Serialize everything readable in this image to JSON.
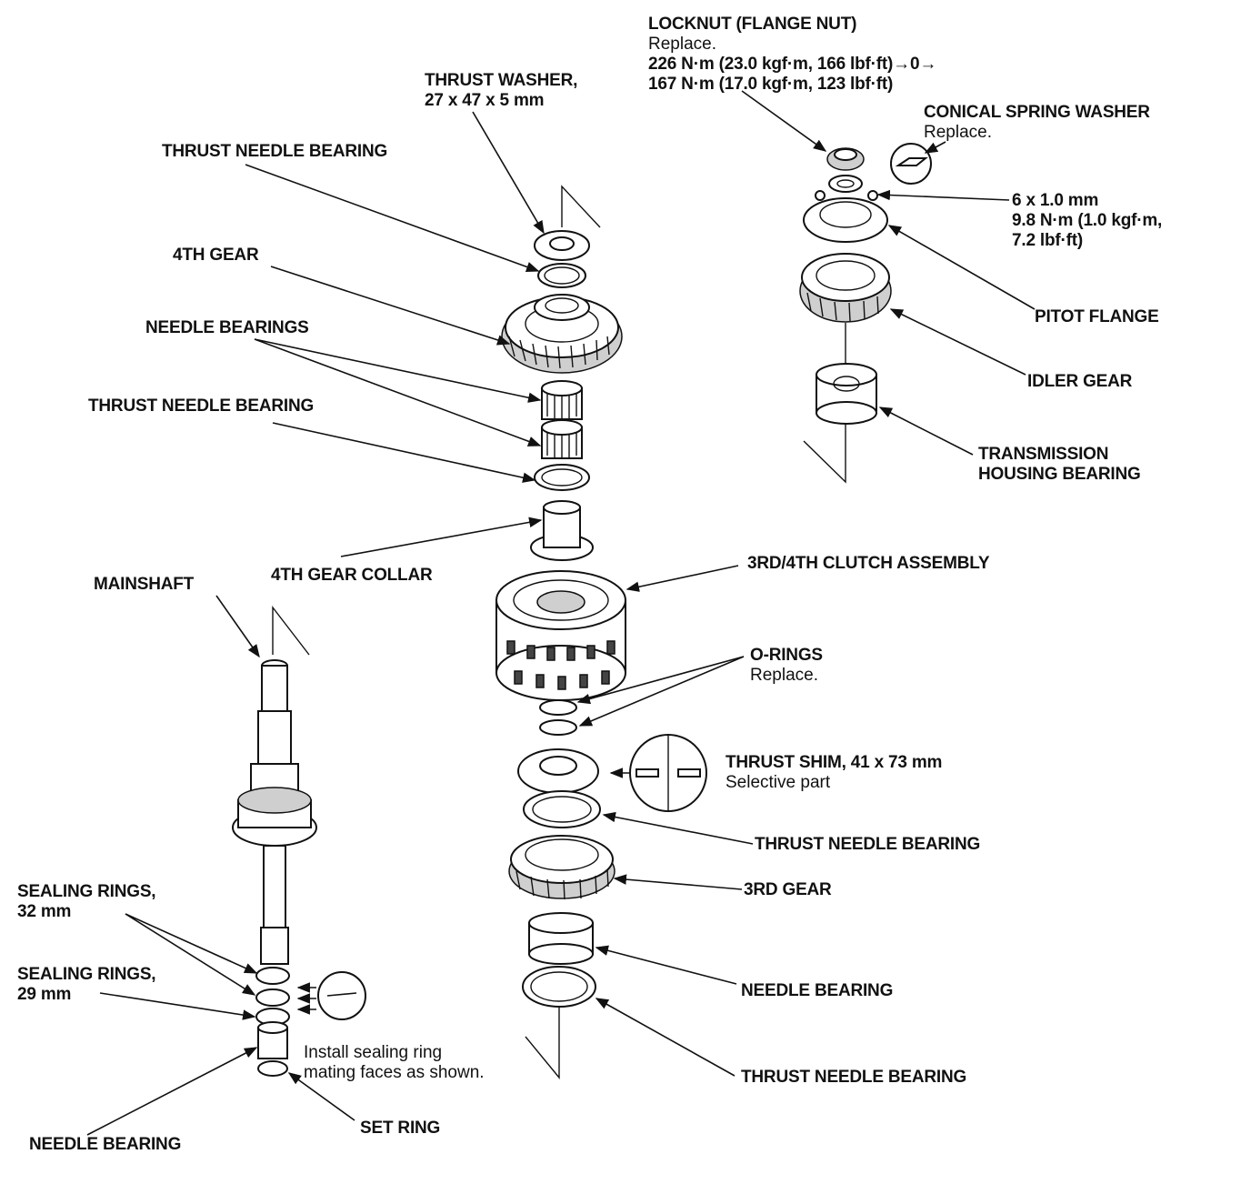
{
  "labels": {
    "locknut": {
      "title": "LOCKNUT (FLANGE NUT)",
      "note": "Replace.",
      "spec1": "226 N·m (23.0 kgf·m, 166 lbf·ft)→0→",
      "spec2": "167 N·m (17.0 kgf·m, 123 lbf·ft)"
    },
    "thrust_washer": {
      "title": "THRUST WASHER,",
      "size": "27 x 47 x 5 mm"
    },
    "conical_spring_washer": {
      "title": "CONICAL SPRING WASHER",
      "note": "Replace."
    },
    "bolt_spec": {
      "line1": "6 x 1.0 mm",
      "line2": "9.8 N·m (1.0 kgf·m,",
      "line3": "7.2 lbf·ft)"
    },
    "thrust_needle_bearing_top": "THRUST NEEDLE BEARING",
    "fourth_gear": "4TH GEAR",
    "needle_bearings": "NEEDLE BEARINGS",
    "thrust_needle_bearing_2": "THRUST NEEDLE BEARING",
    "pitot_flange": "PITOT FLANGE",
    "idler_gear": "IDLER GEAR",
    "transmission_housing_bearing": {
      "line1": "TRANSMISSION",
      "line2": "HOUSING BEARING"
    },
    "fourth_gear_collar": "4TH GEAR COLLAR",
    "clutch_assembly": "3RD/4TH CLUTCH ASSEMBLY",
    "mainshaft": "MAINSHAFT",
    "o_rings": {
      "title": "O-RINGS",
      "note": "Replace."
    },
    "thrust_shim": {
      "title": "THRUST SHIM, 41 x 73 mm",
      "note": "Selective part"
    },
    "thrust_needle_bearing_3": "THRUST NEEDLE BEARING",
    "third_gear": "3RD GEAR",
    "sealing_rings_32": {
      "line1": "SEALING RINGS,",
      "line2": "32 mm"
    },
    "sealing_rings_29": {
      "line1": "SEALING RINGS,",
      "line2": "29 mm"
    },
    "needle_bearing_right": "NEEDLE BEARING",
    "install_note": {
      "line1": "Install sealing ring",
      "line2": "mating faces as shown."
    },
    "thrust_needle_bearing_bottom": "THRUST NEEDLE BEARING",
    "set_ring": "SET RING",
    "needle_bearing_left": "NEEDLE BEARING"
  }
}
